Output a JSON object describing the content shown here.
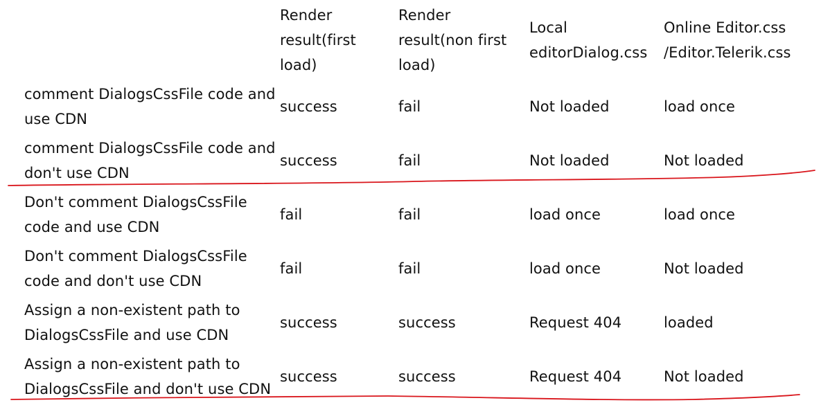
{
  "header": {
    "col1": [
      "Render",
      "result(first",
      "load)"
    ],
    "col2": [
      "Render",
      "result(non first",
      "load)"
    ],
    "col3": [
      "Local",
      "editorDialog.css"
    ],
    "col4": [
      "Online Editor.css",
      "/Editor.Telerik.css"
    ]
  },
  "rows": [
    {
      "label": [
        "comment DialogsCssFile code and",
        "use CDN"
      ],
      "first": "success",
      "nonfirst": "fail",
      "local": "Not loaded",
      "online": "load once"
    },
    {
      "label": [
        "comment DialogsCssFile code and",
        "don't use CDN"
      ],
      "first": "success",
      "nonfirst": "fail",
      "local": "Not loaded",
      "online": "Not loaded"
    },
    {
      "label": [
        "Don't comment DialogsCssFile",
        "code and use CDN"
      ],
      "first": "fail",
      "nonfirst": "fail",
      "local": "load once",
      "online": "load once"
    },
    {
      "label": [
        "Don't comment DialogsCssFile",
        "code and don't use CDN"
      ],
      "first": "fail",
      "nonfirst": "fail",
      "local": "load once",
      "online": "Not loaded"
    },
    {
      "label": [
        "Assign a non-existent path to",
        "DialogsCssFile  and use CDN"
      ],
      "first": "success",
      "nonfirst": "success",
      "local": "Request 404",
      "online": "loaded"
    },
    {
      "label": [
        "Assign a non-existent path to",
        "DialogsCssFile  and don't use CDN"
      ],
      "first": "success",
      "nonfirst": "success",
      "local": "Request 404",
      "online": "Not loaded"
    }
  ],
  "annotation_color": "#d9151b"
}
